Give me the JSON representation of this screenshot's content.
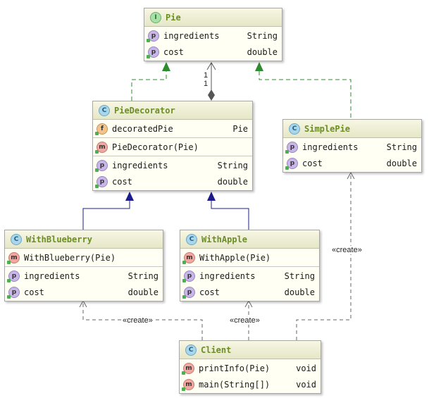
{
  "classes": {
    "pie": {
      "icon": "interface-icon",
      "icon_glyph": "I",
      "name": "Pie",
      "sections": [
        [
          {
            "icon": "p",
            "name": "ingredients",
            "type": "String"
          },
          {
            "icon": "p",
            "name": "cost",
            "type": "double"
          }
        ]
      ]
    },
    "pieDecorator": {
      "icon": "abstract-class-icon",
      "icon_glyph": "C",
      "name": "PieDecorator",
      "sections": [
        [
          {
            "icon": "f",
            "name": "decoratedPie",
            "type": "Pie"
          }
        ],
        [
          {
            "icon": "m",
            "name": "PieDecorator(Pie)",
            "type": ""
          }
        ],
        [
          {
            "icon": "p",
            "name": "ingredients",
            "type": "String"
          },
          {
            "icon": "p",
            "name": "cost",
            "type": "double"
          }
        ]
      ]
    },
    "simplePie": {
      "icon": "class-icon",
      "icon_glyph": "C",
      "name": "SimplePie",
      "sections": [
        [
          {
            "icon": "p",
            "name": "ingredients",
            "type": "String"
          },
          {
            "icon": "p",
            "name": "cost",
            "type": "double"
          }
        ]
      ]
    },
    "withBlueberry": {
      "icon": "class-icon",
      "icon_glyph": "C",
      "name": "WithBlueberry",
      "sections": [
        [
          {
            "icon": "m",
            "name": "WithBlueberry(Pie)",
            "type": ""
          }
        ],
        [
          {
            "icon": "p",
            "name": "ingredients",
            "type": "String"
          },
          {
            "icon": "p",
            "name": "cost",
            "type": "double"
          }
        ]
      ]
    },
    "withApple": {
      "icon": "class-icon",
      "icon_glyph": "C",
      "name": "WithApple",
      "sections": [
        [
          {
            "icon": "m",
            "name": "WithApple(Pie)",
            "type": ""
          }
        ],
        [
          {
            "icon": "p",
            "name": "ingredients",
            "type": "String"
          },
          {
            "icon": "p",
            "name": "cost",
            "type": "double"
          }
        ]
      ]
    },
    "client": {
      "icon": "main-class-icon",
      "icon_glyph": "C",
      "name": "Client",
      "sections": [
        [
          {
            "icon": "m",
            "name": "printInfo(Pie)",
            "type": "void"
          },
          {
            "icon": "m",
            "name": "main(String[])",
            "type": "void"
          }
        ]
      ]
    }
  },
  "labels": {
    "multiplicity_top": "1",
    "multiplicity_bottom": "1",
    "create_blueberry": "«create»",
    "create_apple": "«create»",
    "create_simple": "«create»"
  },
  "colors": {
    "implements": "#2e8b2e",
    "extends": "#1c1c8c",
    "composition": "#555555",
    "dependency": "#666666",
    "class_name": "#6b8e23"
  }
}
